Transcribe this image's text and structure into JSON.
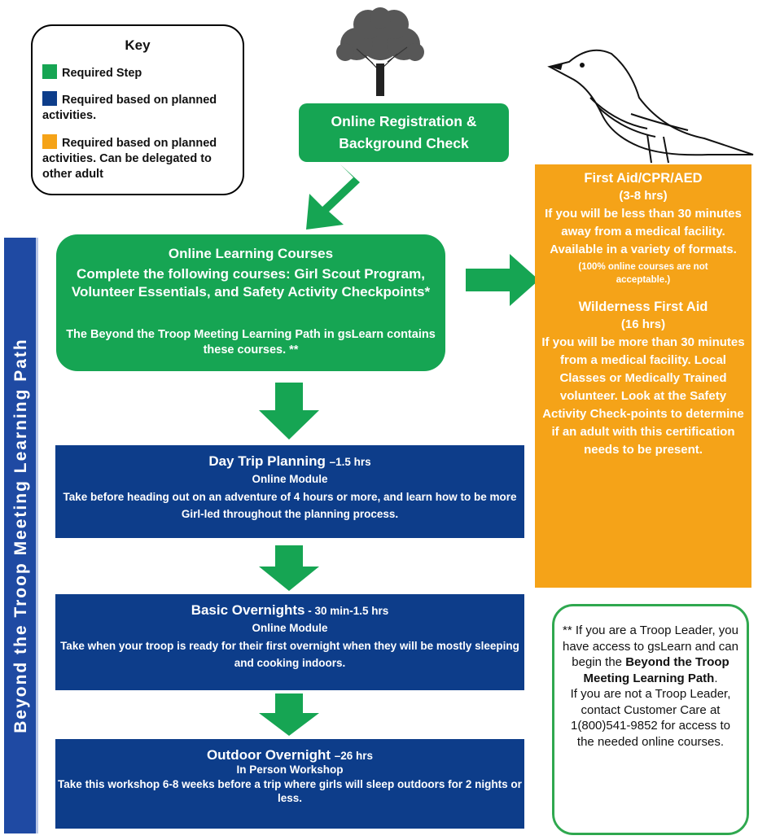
{
  "key": {
    "title": "Key",
    "items": [
      {
        "color": "#16a553",
        "text": "Required Step"
      },
      {
        "color": "#0d3d8a",
        "text": "Required based on planned activities."
      },
      {
        "color": "#f5a318",
        "text": "Required based on planned  activities. Can be delegated to other adult"
      }
    ]
  },
  "side_banner": "Beyond the Troop Meeting Learning Path",
  "registration": {
    "line1": "Online Registration &",
    "line2": "Background Check"
  },
  "online_courses": {
    "title": "Online Learning Courses",
    "body": "Complete the following courses: Girl Scout Program, Volunteer Essentials, and Safety Activity Checkpoints*",
    "note": "The Beyond the Troop Meeting Learning Path in gsLearn contains these courses. **"
  },
  "day_trip": {
    "title": "Day Trip Planning",
    "duration": "–1.5 hrs",
    "type": "Online Module",
    "desc": "Take before heading out on an adventure of  4 hours or more, and learn how to be more Girl-led throughout the planning process."
  },
  "basic_overnights": {
    "title": "Basic Overnights",
    "duration": " - 30 min-1.5 hrs",
    "type": "Online Module",
    "desc": "Take when your troop is ready for their first overnight when they will be mostly sleeping and cooking indoors."
  },
  "outdoor_overnight": {
    "title": "Outdoor Overnight",
    "duration": "–26 hrs",
    "type": "In Person Workshop",
    "desc": "Take this workshop 6-8 weeks before a trip where girls will sleep outdoors for 2 nights or less."
  },
  "first_aid": {
    "title": "First Aid/CPR/AED",
    "hours": "(3-8 hrs)",
    "desc": "If you will be less than 30 minutes away from a medical facility. Available in a variety of formats.",
    "note": "(100% online courses are not acceptable.)"
  },
  "wilderness": {
    "title": "Wilderness  First Aid",
    "hours": "(16 hrs)",
    "desc": "If you will be more than 30 minutes from a  medical facility. Local Classes or Medically Trained volunteer.  Look at the Safety Activity  Check-points to  determine if an adult with this certification needs to be present."
  },
  "note": {
    "intro": "** If you are a Troop Leader, you have access to gsLearn and can begin the ",
    "path_name": "Beyond the Troop Meeting Learning Path",
    "period": ".",
    "rest": "If you are not a Troop Leader, contact Customer Care at 1(800)541-9852 for  access to the needed online courses."
  },
  "colors": {
    "green": "#16a553",
    "blue": "#0d3d8a",
    "orange": "#f5a318",
    "banner": "#1f4aa3"
  }
}
